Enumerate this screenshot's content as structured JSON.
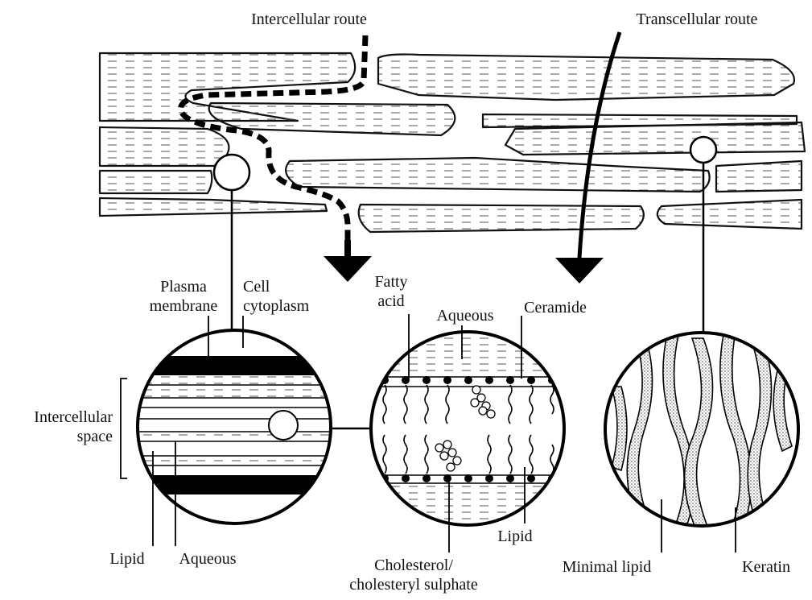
{
  "labels": {
    "intercellular_route": "Intercellular route",
    "transcellular_route": "Transcellular route",
    "plasma_membrane": [
      "Plasma",
      "membrane"
    ],
    "cell_cytoplasm": [
      "Cell",
      "cytoplasm"
    ],
    "fatty_acid": [
      "Fatty",
      "acid"
    ],
    "aqueous_top": "Aqueous",
    "ceramide": "Ceramide",
    "intercellular_space": [
      "Intercellular",
      "space"
    ],
    "lipid_left": "Lipid",
    "aqueous_left": "Aqueous",
    "cholesterol": [
      "Cholesterol/",
      "cholesteryl sulphate"
    ],
    "lipid_mid": "Lipid",
    "minimal_lipid": "Minimal lipid",
    "keratin": "Keratin"
  },
  "colors": {
    "ink": "#111111",
    "paper": "#ffffff"
  }
}
